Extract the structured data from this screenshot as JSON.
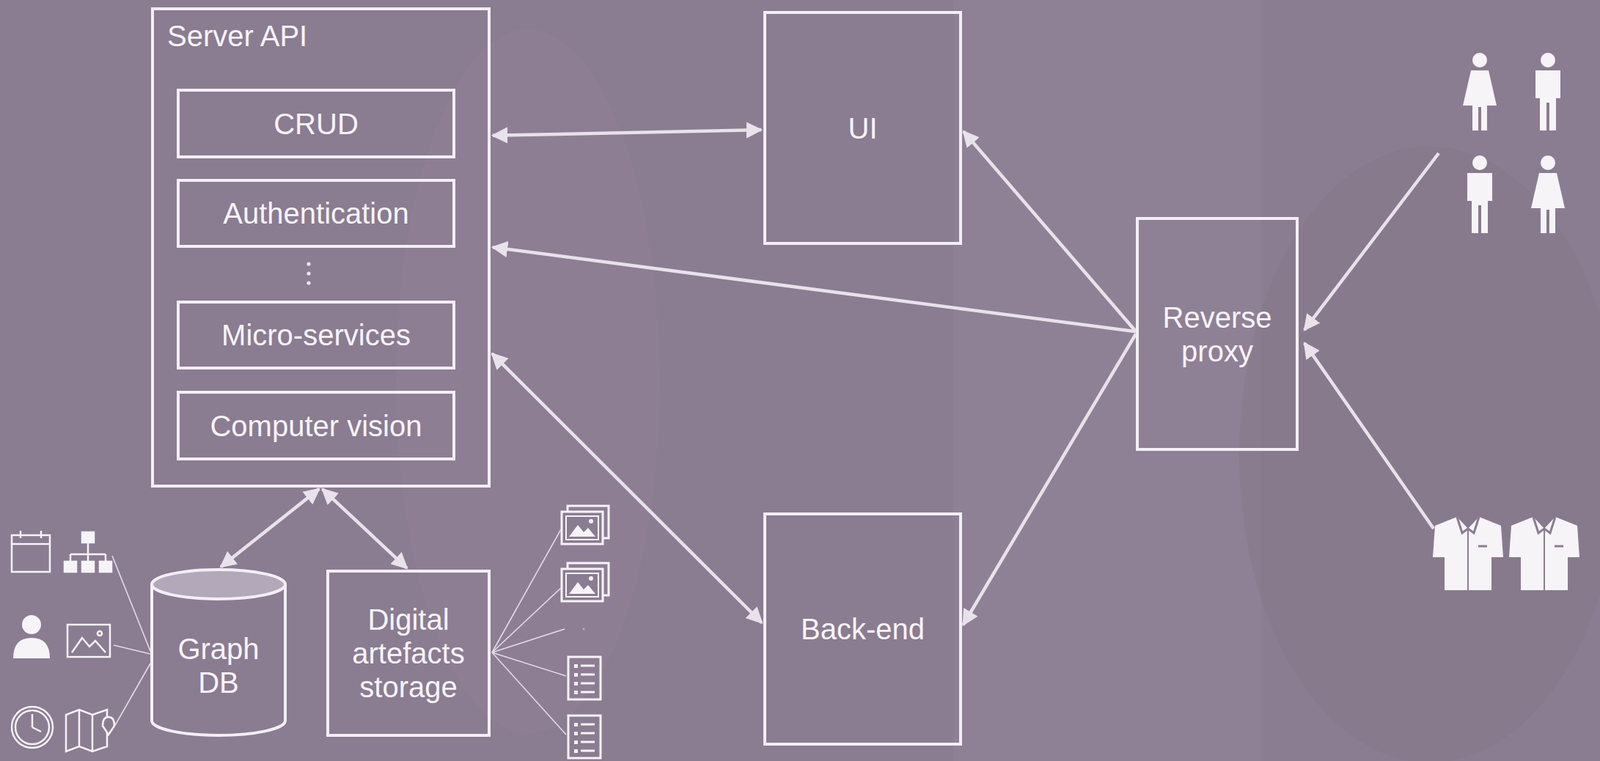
{
  "diagram": {
    "nodes": [
      {
        "text": [
          "Server API"
        ]
      },
      {
        "text": [
          "CRUD"
        ],
        "in": 0
      },
      {
        "text": [
          "Authentication"
        ],
        "in": 0
      },
      {
        "text": [
          "Micro-services"
        ],
        "in": 0
      },
      {
        "text": [
          "Computer vision"
        ],
        "in": 0
      },
      {
        "text": [
          "UI"
        ]
      },
      {
        "text": [
          "Reverse proxy"
        ]
      },
      {
        "text": [
          "Graph DB"
        ]
      },
      {
        "text": [
          "Digital artefacts storage"
        ]
      },
      {
        "text": [
          "Back-end"
        ]
      }
    ],
    "edges": [
      {
        "from": 0,
        "to": 5,
        "arrow": "both"
      },
      {
        "from": 6,
        "to": 5,
        "arrow": "to"
      },
      {
        "from": 6,
        "to": 0,
        "arrow": "to"
      },
      {
        "from": 6,
        "to": 9,
        "arrow": "to"
      },
      {
        "from": 0,
        "to": 9,
        "arrow": "both"
      },
      {
        "from": 0,
        "to": 7,
        "arrow": "both"
      },
      {
        "from": 0,
        "to": 8,
        "arrow": "both"
      }
    ]
  }
}
